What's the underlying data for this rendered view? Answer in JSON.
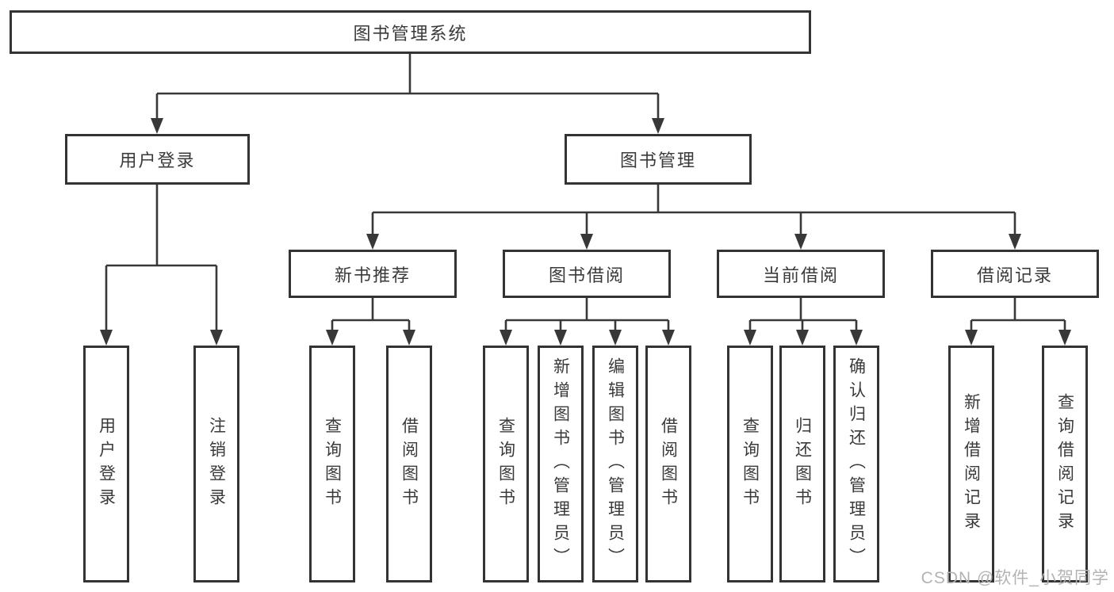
{
  "tree": {
    "root": {
      "label": "图书管理系统"
    },
    "branches": [
      {
        "label": "用户登录",
        "children": [
          {
            "label": "用户登录"
          },
          {
            "label": "注销登录"
          }
        ]
      },
      {
        "label": "图书管理",
        "children": [
          {
            "label": "新书推荐",
            "children": [
              {
                "label": "查询图书"
              },
              {
                "label": "借阅图书"
              }
            ]
          },
          {
            "label": "图书借阅",
            "children": [
              {
                "label": "查询图书"
              },
              {
                "label": "新增图书（管理员）"
              },
              {
                "label": "编辑图书（管理员）"
              },
              {
                "label": "借阅图书"
              }
            ]
          },
          {
            "label": "当前借阅",
            "children": [
              {
                "label": "查询图书"
              },
              {
                "label": "归还图书"
              },
              {
                "label": "确认归还（管理员）"
              }
            ]
          },
          {
            "label": "借阅记录",
            "children": [
              {
                "label": "新增借阅记录"
              },
              {
                "label": "查询借阅记录"
              }
            ]
          }
        ]
      }
    ]
  },
  "watermark": {
    "text": "CSDN @软件_小贺同学"
  },
  "colors": {
    "background": "#ffffff",
    "line": "#383838",
    "box_border": "#333333",
    "text": "#3a3a3a",
    "watermark": "#b3b3b3"
  }
}
